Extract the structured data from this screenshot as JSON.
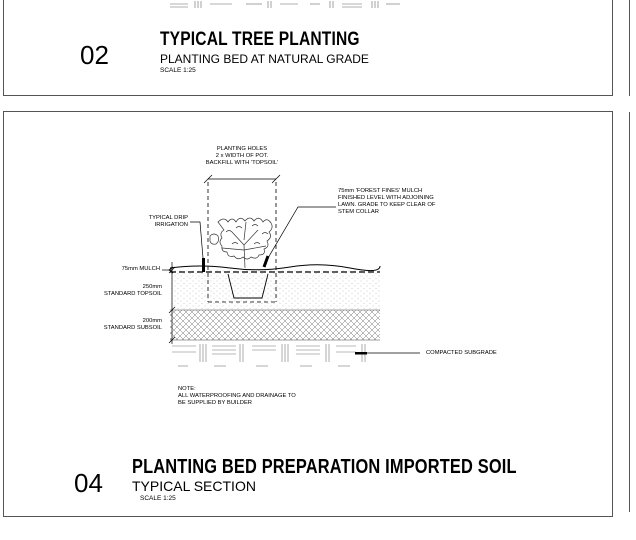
{
  "detail_02": {
    "number": "02",
    "title": "TYPICAL   TREE   PLANTING",
    "subtitle": "PLANTING BED AT NATURAL GRADE",
    "scale": "SCALE  1:25"
  },
  "detail_04": {
    "number": "04",
    "title": "PLANTING  BED PREPARATION  IMPORTED SOIL",
    "subtitle": "TYPICAL SECTION",
    "scale": "SCALE  1:25",
    "annotations": {
      "holes_1": "PLANTING HOLES",
      "holes_2": "2 x WIDTH OF POT.",
      "holes_3": "BACKFILL  WITH 'TOPSOIL'",
      "mulch_note_1": "75mm 'FOREST FINES' MULCH",
      "mulch_note_2": "FINISHED LEVEL WITH ADJOINING",
      "mulch_note_3": "LAWN.  GRADE TO KEEP CLEAR OF",
      "mulch_note_4": "STEM COLLAR",
      "drip_1": "TYPICAL DRIP",
      "drip_2": "IRRIGATION",
      "mulch_layer": "75mm MULCH",
      "topsoil_1": "250mm",
      "topsoil_2": "STANDARD TOPSOIL",
      "subsoil_1": "200mm",
      "subsoil_2": "STANDARD SUBSOIL",
      "subgrade": "COMPACTED SUBGRADE",
      "note_1": "NOTE:",
      "note_2": "ALL WATERPROOFING AND DRAINAGE TO",
      "note_3": "BE SUPPLIED BY BUILDER"
    }
  }
}
